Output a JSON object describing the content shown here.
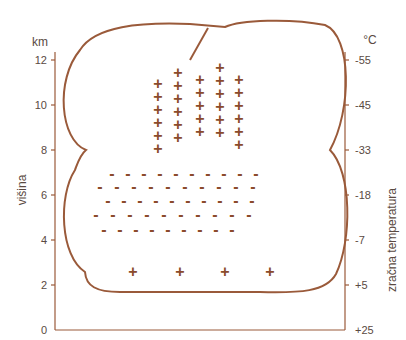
{
  "diagram": {
    "labels": [
      "km",
      "12",
      "10",
      "8",
      "6",
      "4",
      "2",
      "0",
      "višina",
      "°C",
      "-55",
      "-45",
      "-33",
      "-18",
      "-7",
      "+5",
      "+25",
      "zračna temperatura",
      "+",
      "+",
      "+",
      "+",
      "+",
      "+",
      "+",
      "+",
      "+",
      "+",
      "+",
      "+",
      "+",
      "+",
      "+",
      "+",
      "+",
      "+",
      "+",
      "+",
      "+",
      "+",
      "+",
      "+",
      "+",
      "+",
      "+",
      "+",
      "+",
      "-",
      "-",
      "-",
      "-",
      "-",
      "-",
      "-",
      "-",
      "-",
      "-",
      "-",
      "-",
      "-",
      "-",
      "-",
      "-",
      "-",
      "-",
      "-",
      "-",
      "-",
      "-",
      "-",
      "-",
      "-",
      "-",
      "-",
      "-",
      "-",
      "-",
      "-",
      "-",
      "-",
      "-",
      "-",
      "-",
      "-",
      "-",
      "-",
      "-",
      "-",
      "-",
      "-",
      "-",
      "-",
      "-",
      "-",
      "-",
      "-",
      "+",
      "+",
      "+",
      "+"
    ]
  }
}
